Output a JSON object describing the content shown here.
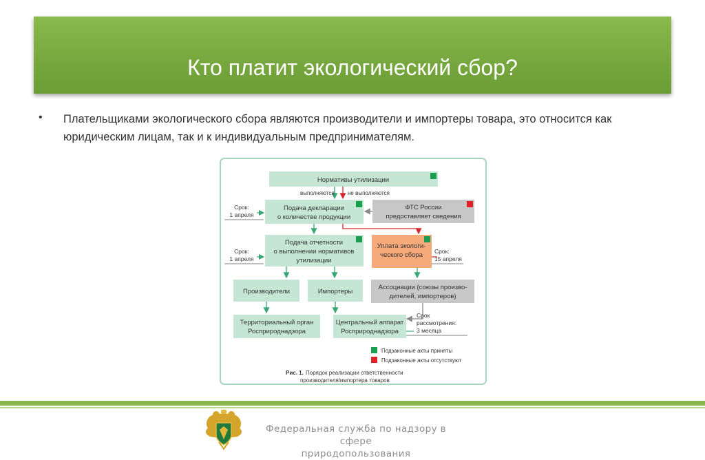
{
  "slide": {
    "title": "Кто платит экологический сбор?",
    "bullet_symbol": "•",
    "bullet_text": "Плательщиками экологического сбора являются производители и импортеры товара, это относится как юридическим лицам, так и к индивидуальным предпринимателям."
  },
  "diagram": {
    "norms": "Нормативы утилизации",
    "fulfilled": "выполняются",
    "not_fulfilled": "не выполняются",
    "deadline_label": "Срок:",
    "deadline_date1": "1 апреля",
    "declaration": [
      "Подача декларации",
      "о количестве продукции"
    ],
    "fts": [
      "ФТС России",
      "предоставляет сведения"
    ],
    "report": [
      "Подача отчетности",
      "о выполнении нормативов",
      "утилизации"
    ],
    "deadline_date2": "1 апреля",
    "payment": [
      "Уплата экологи-",
      "ческого сбора"
    ],
    "payment_deadline_label": "Срок:",
    "payment_deadline_date": "15 апреля",
    "producers": "Производители",
    "importers": "Импортеры",
    "associations": [
      "Ассоциации (союзы произво-",
      "дителей, импортеров)"
    ],
    "territorial": [
      "Территориальный орган",
      "Росприроднадзора"
    ],
    "central": [
      "Центральный аппарат",
      "Росприроднадзора"
    ],
    "review_deadline": [
      "Срок",
      "рассмотрения:",
      "3 месяца"
    ],
    "legend_green": "Подзаконные акты приняты",
    "legend_red": "Подзаконные акты отсутствуют",
    "caption_prefix": "Рис. 1.",
    "caption_line1": "Порядок реализации ответственности",
    "caption_line2": "производителя/импортера товаров",
    "colors": {
      "box_green": "#c6e6d5",
      "box_gray": "#c7c7c7",
      "box_orange": "#f6a97a",
      "marker_green": "#1a9d4e",
      "marker_red": "#e02127",
      "arrow_green": "#3aa576",
      "arrow_red": "#d8282e",
      "arrow_gray": "#8a8a8a"
    }
  },
  "footer": {
    "line1": "Федеральная служба по надзору в сфере",
    "line2": "природопользования"
  }
}
